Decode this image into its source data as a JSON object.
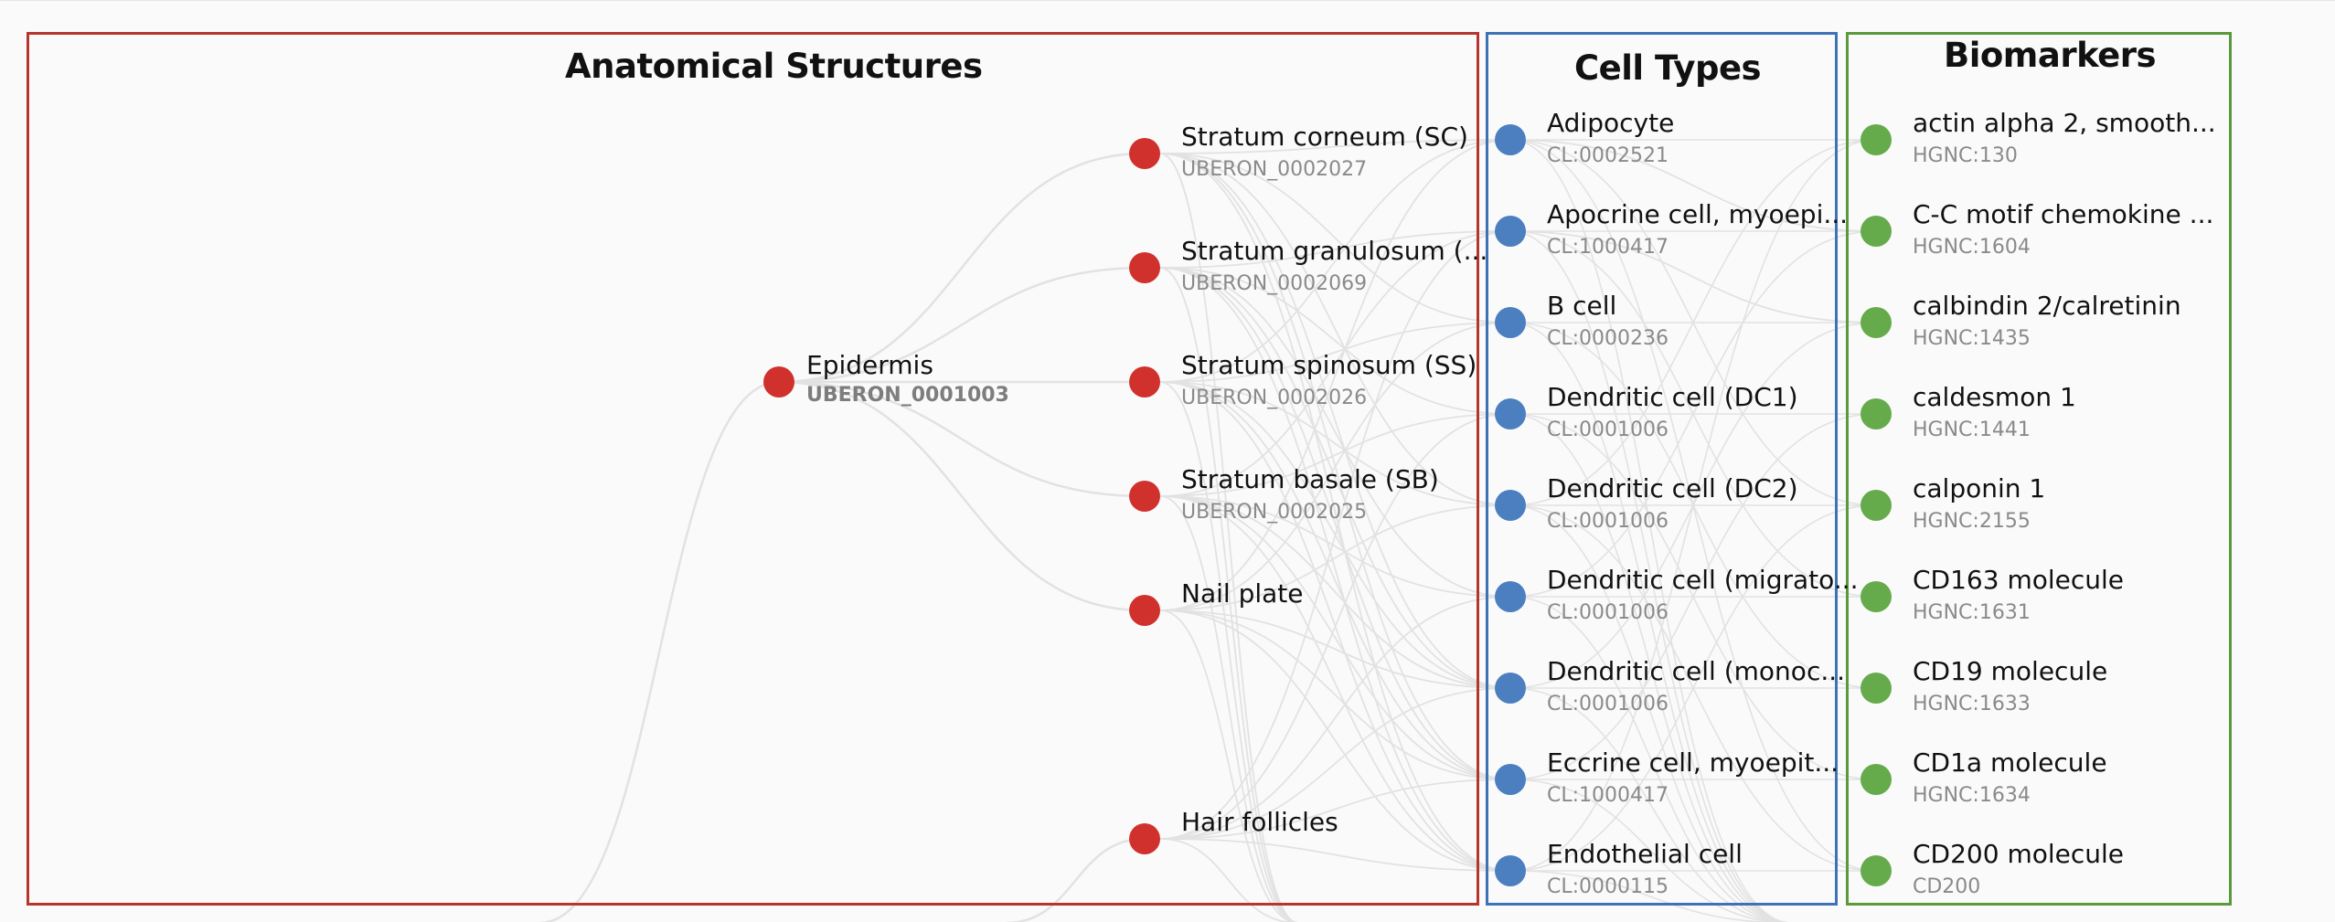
{
  "panels": {
    "anatomical_structures": {
      "title": "Anatomical Structures",
      "color": "#b5362d"
    },
    "cell_types": {
      "title": "Cell Types",
      "color": "#3e72b7"
    },
    "biomarkers": {
      "title": "Biomarkers",
      "color": "#5b9a3c"
    }
  },
  "anatomical_structures": {
    "epidermis": {
      "name": "Epidermis",
      "id": "UBERON_0001003"
    },
    "children": [
      {
        "name": "Stratum corneum (SC)",
        "id": "UBERON_0002027"
      },
      {
        "name": "Stratum granulosum (...",
        "id": "UBERON_0002069"
      },
      {
        "name": "Stratum spinosum (SS)",
        "id": "UBERON_0002026"
      },
      {
        "name": "Stratum basale (SB)",
        "id": "UBERON_0002025"
      },
      {
        "name": "Nail plate",
        "id": ""
      },
      {
        "name": "Hair follicles",
        "id": ""
      }
    ]
  },
  "cell_types": [
    {
      "name": "Adipocyte",
      "id": "CL:0002521"
    },
    {
      "name": "Apocrine cell, myoepi...",
      "id": "CL:1000417"
    },
    {
      "name": "B cell",
      "id": "CL:0000236"
    },
    {
      "name": "Dendritic cell (DC1)",
      "id": "CL:0001006"
    },
    {
      "name": "Dendritic cell (DC2)",
      "id": "CL:0001006"
    },
    {
      "name": "Dendritic cell (migrato...",
      "id": "CL:0001006"
    },
    {
      "name": "Dendritic cell (monoc...",
      "id": "CL:0001006"
    },
    {
      "name": "Eccrine cell, myoepit...",
      "id": "CL:1000417"
    },
    {
      "name": "Endothelial cell",
      "id": "CL:0000115"
    }
  ],
  "biomarkers": [
    {
      "name": "actin alpha 2, smooth...",
      "id": "HGNC:130"
    },
    {
      "name": "C-C motif chemokine ...",
      "id": "HGNC:1604"
    },
    {
      "name": "calbindin 2/calretinin",
      "id": "HGNC:1435"
    },
    {
      "name": "caldesmon 1",
      "id": "HGNC:1441"
    },
    {
      "name": "calponin 1",
      "id": "HGNC:2155"
    },
    {
      "name": "CD163 molecule",
      "id": "HGNC:1631"
    },
    {
      "name": "CD19 molecule",
      "id": "HGNC:1633"
    },
    {
      "name": "CD1a molecule",
      "id": "HGNC:1634"
    },
    {
      "name": "CD200 molecule",
      "id": "CD200"
    }
  ],
  "colors": {
    "anatomical_node": "#d0312d",
    "cell_type_node": "#4b7fc0",
    "biomarker_node": "#65ab4c",
    "link": "#e2e2e2",
    "background": "#fafafa"
  }
}
